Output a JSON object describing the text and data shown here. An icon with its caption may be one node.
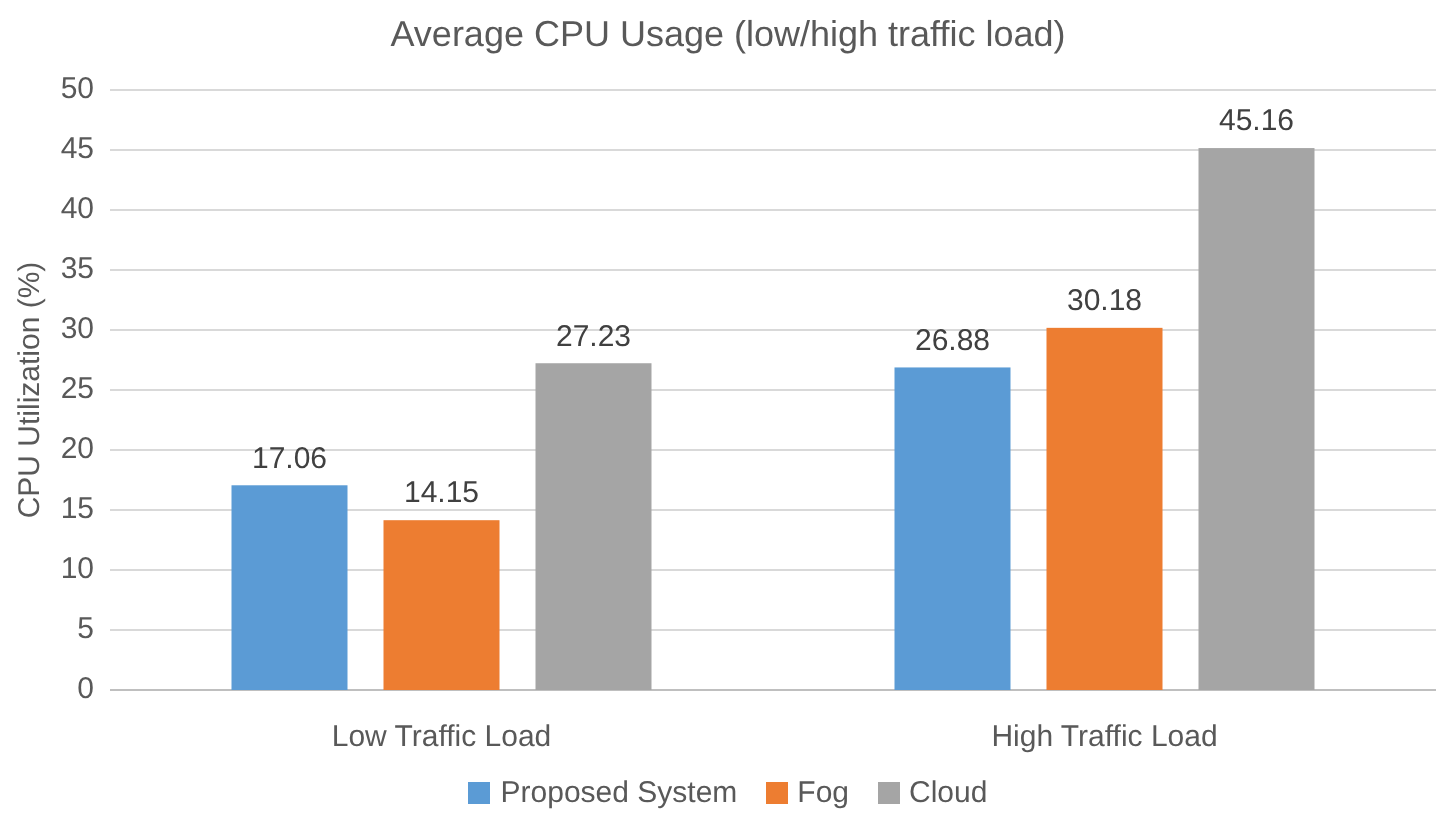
{
  "diagram": {
    "chart_data": {
      "type": "bar",
      "title": "Average CPU Usage (low/high traffic load)",
      "ylabel": "CPU Utilization (%)",
      "categories": [
        "Low Traffic Load",
        "High Traffic Load"
      ],
      "series": [
        {
          "name": "Proposed System",
          "color": "#5b9bd5",
          "values": [
            17.06,
            26.88
          ]
        },
        {
          "name": "Fog",
          "color": "#ed7d31",
          "values": [
            14.15,
            30.18
          ]
        },
        {
          "name": "Cloud",
          "color": "#a5a5a5",
          "values": [
            27.23,
            45.16
          ]
        }
      ],
      "ylim": [
        0,
        50
      ],
      "yticks": [
        0,
        5,
        10,
        15,
        20,
        25,
        30,
        35,
        40,
        45,
        50
      ],
      "data_labels": true,
      "grid": true,
      "legend": true,
      "orientation": "vertical",
      "stacked": false
    }
  }
}
